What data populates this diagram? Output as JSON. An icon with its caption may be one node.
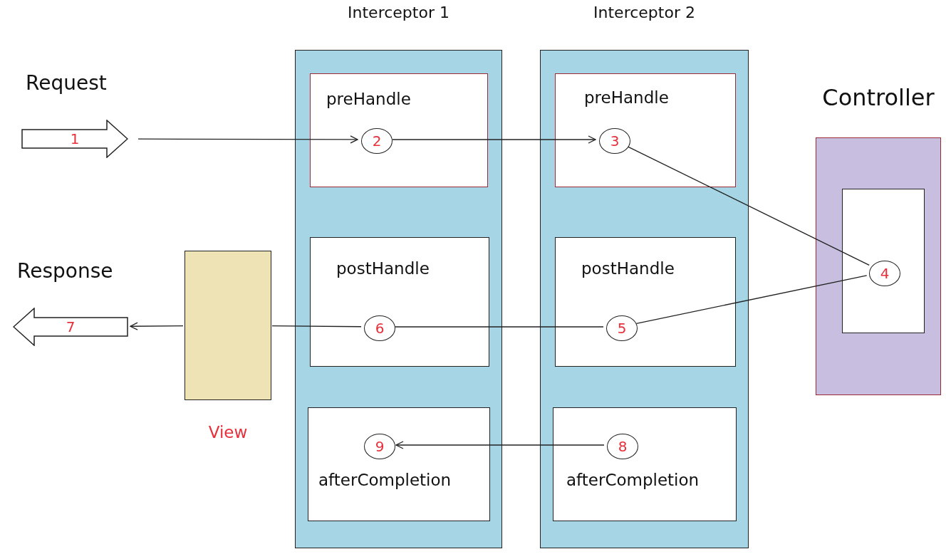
{
  "diagram": {
    "nodes": [
      {
        "text": [
          "Interceptor 1"
        ]
      },
      {
        "text": [
          "preHandle"
        ],
        "in": 0
      },
      {
        "text": [
          "2"
        ],
        "in": 1
      },
      {
        "text": [
          "postHandle"
        ],
        "in": 0
      },
      {
        "text": [
          "6"
        ],
        "in": 3
      },
      {
        "text": [
          "afterCompletion"
        ],
        "in": 0
      },
      {
        "text": [
          "9"
        ],
        "in": 5
      },
      {
        "text": [
          "Interceptor 2"
        ]
      },
      {
        "text": [
          "preHandle"
        ],
        "in": 7
      },
      {
        "text": [
          "3"
        ],
        "in": 8
      },
      {
        "text": [
          "postHandle"
        ],
        "in": 7
      },
      {
        "text": [
          "5"
        ],
        "in": 10
      },
      {
        "text": [
          "afterCompletion"
        ],
        "in": 7
      },
      {
        "text": [
          "8"
        ],
        "in": 12
      },
      {
        "text": [
          "Controller"
        ]
      },
      {
        "text": [],
        "shape": "box",
        "in": 14
      },
      {
        "text": [
          "4"
        ],
        "in": 15
      },
      {
        "text": [
          "Request",
          "1"
        ]
      },
      {
        "text": [
          "Response",
          "7"
        ]
      },
      {
        "text": [
          "View"
        ]
      }
    ],
    "edges": [
      {
        "from": 17,
        "to": 2,
        "arrow": "to"
      },
      {
        "from": 2,
        "to": 9,
        "arrow": "to"
      },
      {
        "from": 9,
        "to": 16,
        "arrow": "none"
      },
      {
        "from": 16,
        "to": 11,
        "arrow": "none"
      },
      {
        "from": 11,
        "to": 4,
        "arrow": "none"
      },
      {
        "from": 4,
        "to": 19,
        "arrow": "none"
      },
      {
        "from": 19,
        "to": 18,
        "arrow": "to"
      },
      {
        "from": 13,
        "to": 6,
        "arrow": "to"
      }
    ]
  }
}
